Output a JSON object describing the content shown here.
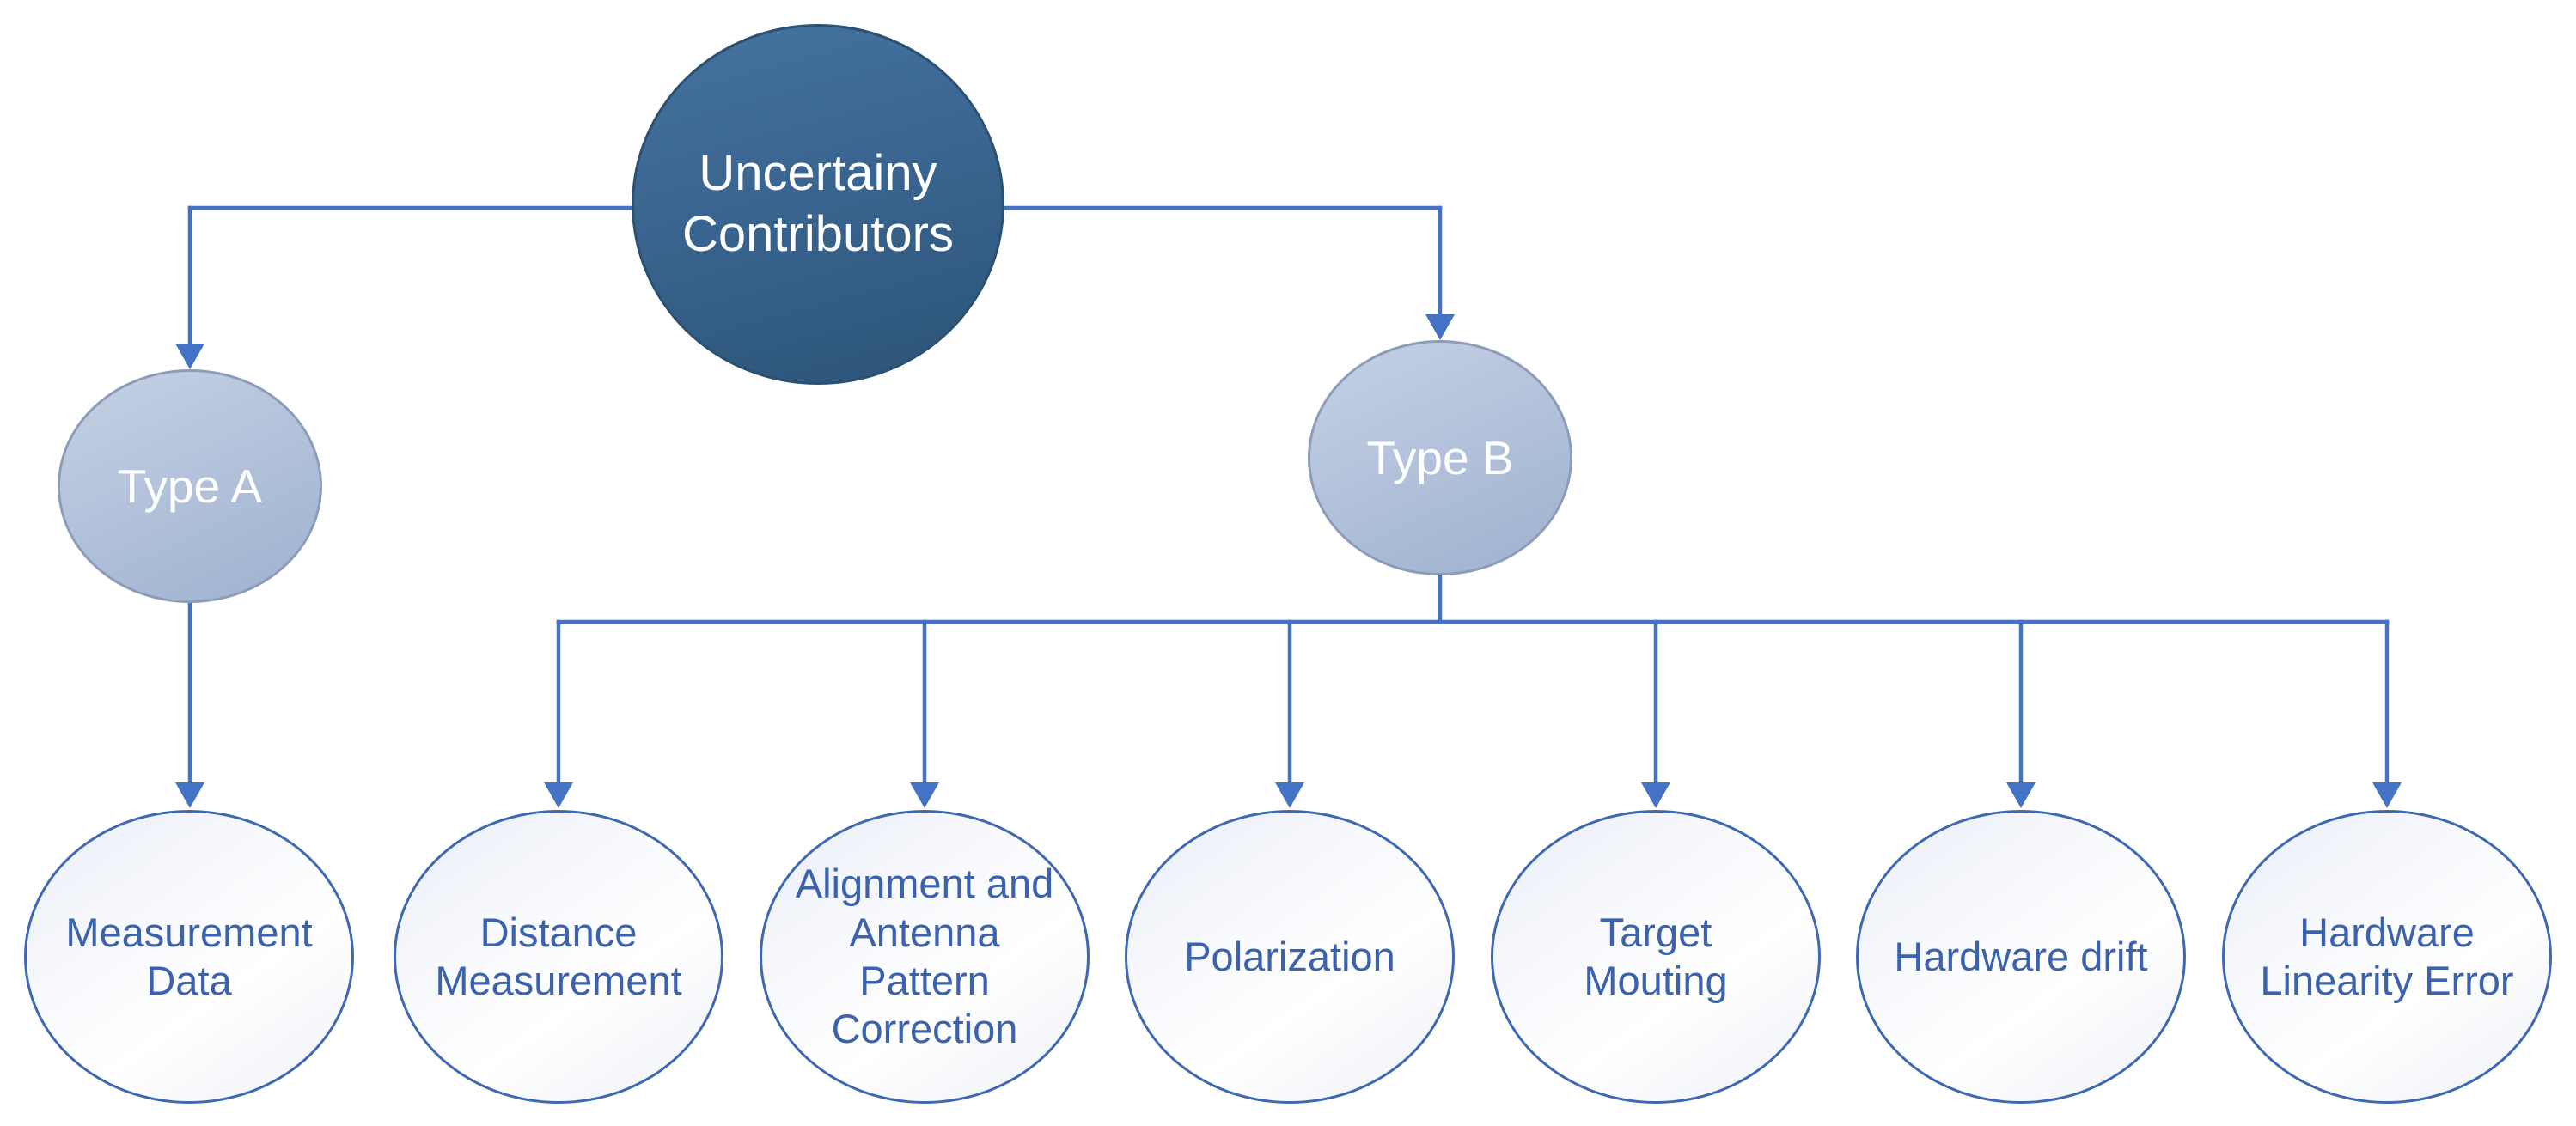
{
  "diagram": {
    "nodes": {
      "root": {
        "label": "Uncertainy\nContributors"
      },
      "type_a": {
        "label": "Type A"
      },
      "type_b": {
        "label": "Type B"
      },
      "leaves": [
        {
          "label": "Measurement\nData",
          "parent": "Type A"
        },
        {
          "label": "Distance\nMeasurement",
          "parent": "Type B"
        },
        {
          "label": "Alignment and\nAntenna\nPattern\nCorrection",
          "parent": "Type B"
        },
        {
          "label": "Polarization",
          "parent": "Type B"
        },
        {
          "label": "Target\nMouting",
          "parent": "Type B"
        },
        {
          "label": "Hardware drift",
          "parent": "Type B"
        },
        {
          "label": "Hardware\nLinearity Error",
          "parent": "Type B"
        }
      ]
    },
    "colors": {
      "root_fill_top": "#41709e",
      "root_fill_bottom": "#2d5578",
      "root_border": "#2a5172",
      "branch_fill_top": "#c3cfe3",
      "branch_fill_bottom": "#9fb2d0",
      "branch_border": "#8d9db9",
      "leaf_fill": "#f4f6fb",
      "leaf_border": "#3e68b1",
      "leaf_text": "#3a62ad",
      "connector": "#4472c4",
      "node_text_light": "#ffffff",
      "background": "#ffffff"
    }
  }
}
